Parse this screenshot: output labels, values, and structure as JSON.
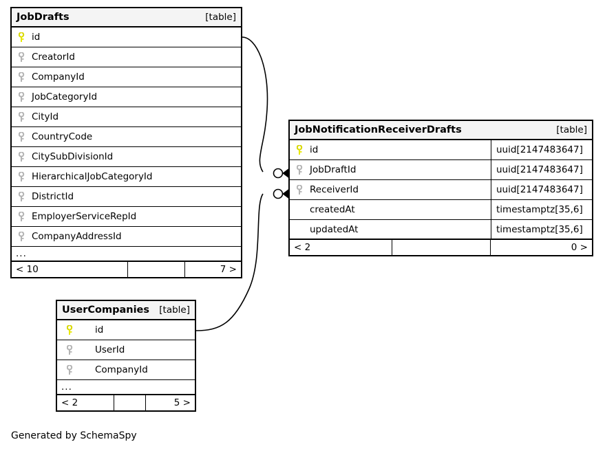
{
  "diagram": {
    "caption": "Generated by SchemaSpy",
    "table_tag": "[table]",
    "ellipsis": "...",
    "colors": {
      "primary_key": "#e8e800",
      "foreign_key": "#b4b4b4",
      "header_background": "#f4f4f4",
      "border": "#000000",
      "text": "#000000",
      "background": "#ffffff"
    }
  },
  "tables": [
    {
      "id": "jobdrafts",
      "name": "JobDrafts",
      "tag": "[table]",
      "columns": [
        {
          "name": "id",
          "key": "primary"
        },
        {
          "name": "CreatorId",
          "key": "foreign"
        },
        {
          "name": "CompanyId",
          "key": "foreign"
        },
        {
          "name": "JobCategoryId",
          "key": "foreign"
        },
        {
          "name": "CityId",
          "key": "foreign"
        },
        {
          "name": "CountryCode",
          "key": "foreign"
        },
        {
          "name": "CitySubDivisionId",
          "key": "foreign"
        },
        {
          "name": "HierarchicalJobCategoryId",
          "key": "foreign"
        },
        {
          "name": "DistrictId",
          "key": "foreign"
        },
        {
          "name": "EmployerServiceRepId",
          "key": "foreign"
        },
        {
          "name": "CompanyAddressId",
          "key": "foreign"
        }
      ],
      "has_ellipsis": true,
      "footer": {
        "left": "< 10",
        "middle": "",
        "right": "7 >"
      }
    },
    {
      "id": "jobnotificationreceiverdrafts",
      "name": "JobNotificationReceiverDrafts",
      "tag": "[table]",
      "columns": [
        {
          "name": "id",
          "key": "primary",
          "type": "uuid[2147483647]"
        },
        {
          "name": "JobDraftId",
          "key": "foreign",
          "type": "uuid[2147483647]"
        },
        {
          "name": "ReceiverId",
          "key": "foreign",
          "type": "uuid[2147483647]"
        },
        {
          "name": "createdAt",
          "key": "none",
          "type": "timestamptz[35,6]"
        },
        {
          "name": "updatedAt",
          "key": "none",
          "type": "timestamptz[35,6]"
        }
      ],
      "has_ellipsis": false,
      "footer": {
        "left": "< 2",
        "middle": "",
        "right": "0 >"
      }
    },
    {
      "id": "usercompanies",
      "name": "UserCompanies",
      "tag": "[table]",
      "columns": [
        {
          "name": "id",
          "key": "primary"
        },
        {
          "name": "UserId",
          "key": "foreign"
        },
        {
          "name": "CompanyId",
          "key": "foreign"
        }
      ],
      "has_ellipsis": true,
      "footer": {
        "left": "< 2",
        "middle": "",
        "right": "5 >"
      }
    }
  ],
  "relationships": [
    {
      "from_table": "JobDrafts",
      "from_column": "id",
      "to_table": "JobNotificationReceiverDrafts",
      "to_column": "JobDraftId",
      "from_cardinality": "one",
      "to_cardinality": "zero-or-more"
    },
    {
      "from_table": "UserCompanies",
      "from_column": "id",
      "to_table": "JobNotificationReceiverDrafts",
      "to_column": "ReceiverId",
      "from_cardinality": "one",
      "to_cardinality": "zero-or-more"
    }
  ]
}
